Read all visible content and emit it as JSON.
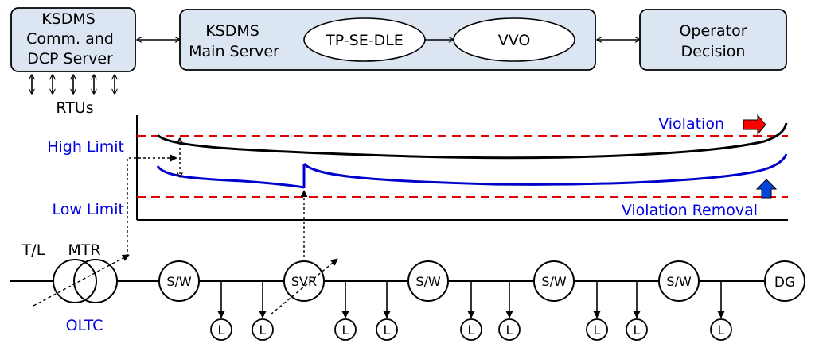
{
  "top": {
    "comm_server": {
      "line1": "KSDMS",
      "line2": "Comm. and",
      "line3": "DCP Server"
    },
    "main_server": {
      "line1": "KSDMS",
      "line2": "Main Server"
    },
    "module_tpse": "TP-SE-DLE",
    "module_vvo": "VVO",
    "operator": {
      "line1": "Operator",
      "line2": "Decision"
    },
    "rtus": "RTUs"
  },
  "profile": {
    "high_limit": "High Limit",
    "low_limit": "Low Limit",
    "violation": "Violation",
    "violation_removal": "Violation Removal"
  },
  "feeder": {
    "tl": "T/L",
    "mtr": "MTR",
    "oltc": "OLTC",
    "switch_label": "S/W",
    "svr": "SVR",
    "dg": "DG",
    "load_label": "L"
  },
  "colors": {
    "box_fill": "#dce6f2",
    "limit_line": "#e00000",
    "blue_text": "#0000e0",
    "blue_curve": "#0000cc",
    "violation_arrow": "#ff0000",
    "removal_arrow": "#0044dd"
  }
}
